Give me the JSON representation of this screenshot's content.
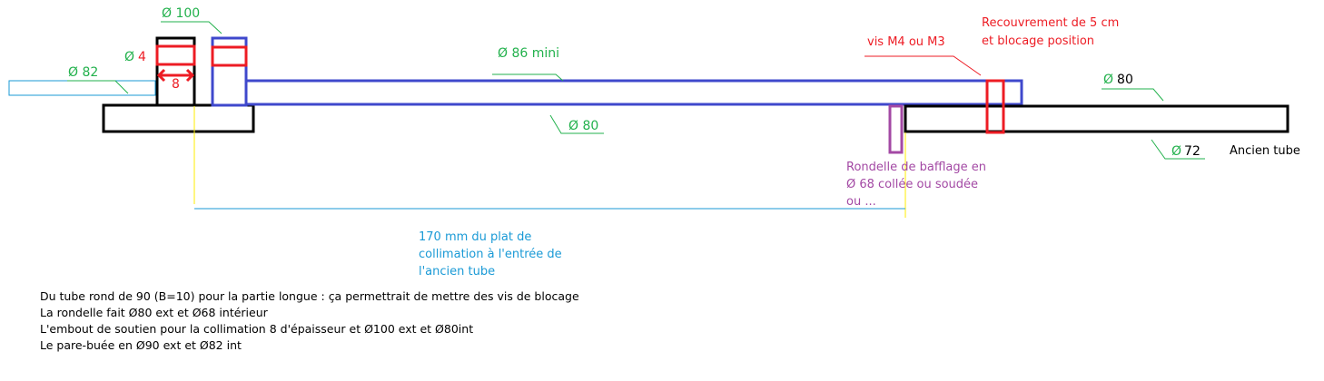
{
  "colors": {
    "green": "#22b14c",
    "red": "#ed1c24",
    "blue": "#3f48cc",
    "purple": "#a349a4",
    "lightblue": "#1a9ad6",
    "yellow": "#ffee00"
  },
  "labels": {
    "d100": "Ø  100",
    "d4_sym": "Ø",
    "d4_val": "4",
    "width8": "8",
    "d82": "Ø  82",
    "d86": "Ø 86 mini",
    "d80_inner": "Ø  80",
    "vis": "vis M4 ou M3",
    "recouvrement_1": "Recouvrement de 5 cm",
    "recouvrement_2": "et blocage position",
    "d80_sym": "Ø",
    "d80_val": "80",
    "d72_sym": "Ø",
    "d72_val": "72",
    "ancien_tube": "Ancien tube",
    "rondelle_1": "Rondelle de bafflage en",
    "rondelle_2": "Ø 68 collée ou soudée",
    "rondelle_3": "ou ...",
    "distance_1": "170 mm du plat de",
    "distance_2": "collimation à l'entrée de",
    "distance_3": "l'ancien tube"
  },
  "notes": [
    "Du tube rond de 90 (B=10) pour la partie longue : ça permettrait de mettre des vis de blocage",
    "La rondelle fait Ø80 ext et Ø68 intérieur",
    "L'embout de soutien pour la collimation 8 d'épaisseur et Ø100 ext et Ø80int",
    "Le pare-buée en Ø90 ext et Ø82 int"
  ]
}
